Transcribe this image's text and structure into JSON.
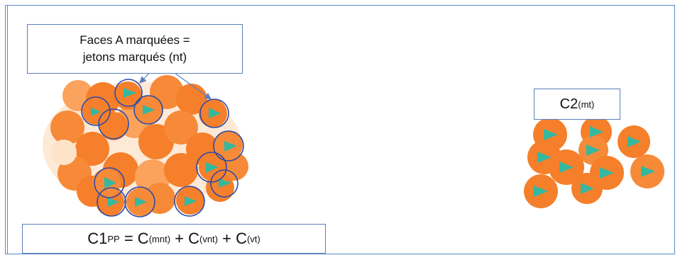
{
  "callout": {
    "line1": "Faces A marquées =",
    "line2": "jetons marqués (nt)"
  },
  "c2_label": {
    "main": "C2",
    "sub": "(mt)"
  },
  "c1_formula": {
    "lhs": "C1",
    "lhs_sub": "PP",
    "eq": " = ",
    "t1": "C",
    "t1_sub": "(mnt)",
    "plus1": " + ",
    "t2": "C",
    "t2_sub": "(vnt)",
    "plus2": " + ",
    "t3": "C",
    "t3_sub": "(vt)"
  },
  "colors": {
    "token_orange": "#f57f2a",
    "token_light": "#fba25c",
    "triangle_teal": "#34b8a0",
    "circle_blue": "#2b4aa8",
    "frame_blue": "#5b8bc9"
  }
}
